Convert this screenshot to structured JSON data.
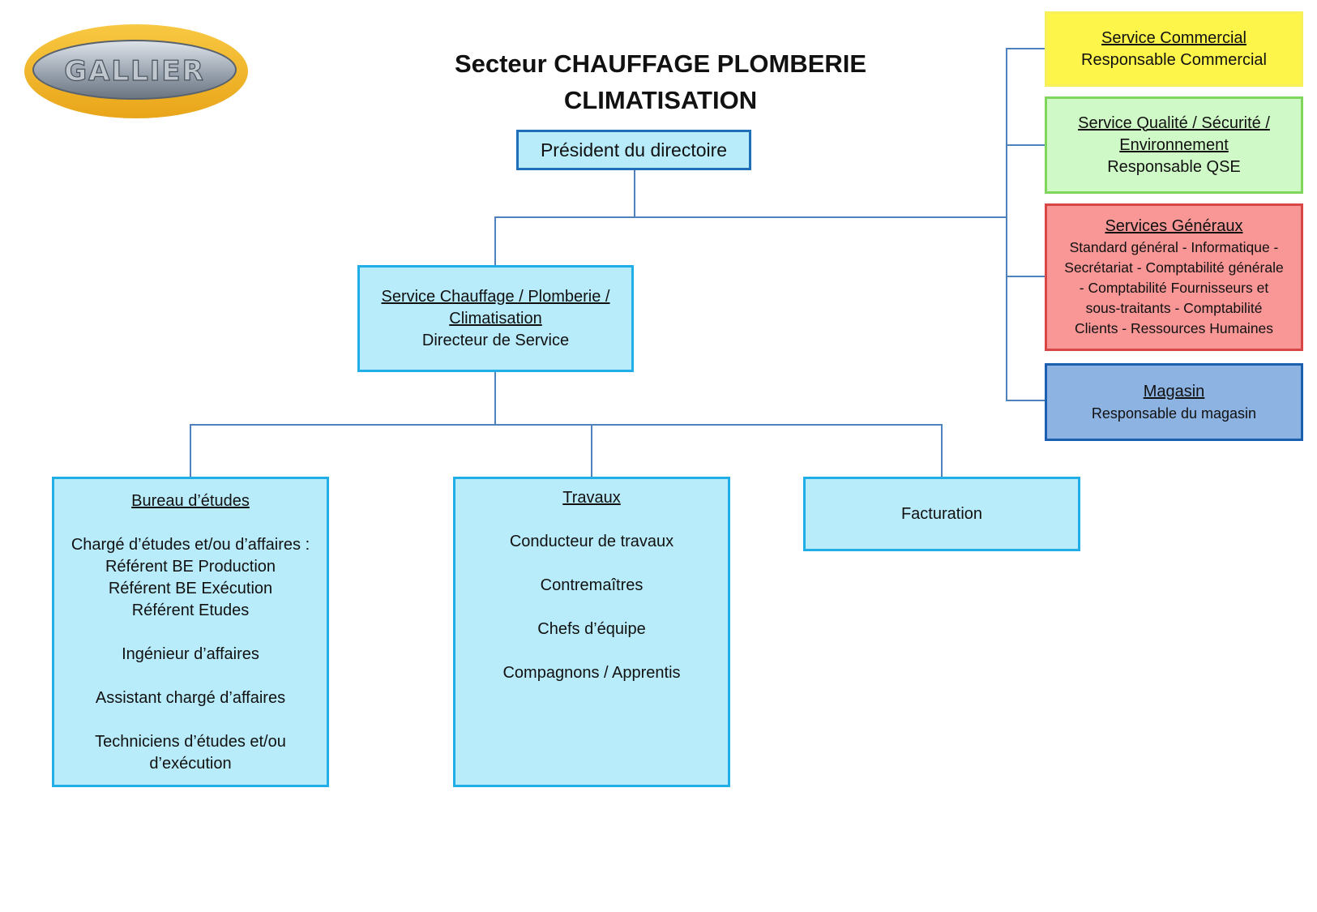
{
  "logo": {
    "text": "GALLIER"
  },
  "title": {
    "line1": "Secteur CHAUFFAGE PLOMBERIE",
    "line2": "CLIMATISATION"
  },
  "president": {
    "label": "Président du directoire"
  },
  "service_main": {
    "name_line1": "Service Chauffage / Plomberie /",
    "name_line2": "Climatisation",
    "role": "Directeur de Service"
  },
  "side_services": {
    "commercial": {
      "name": "Service Commercial",
      "role": "Responsable Commercial"
    },
    "qse": {
      "name_line1": "Service Qualité / Sécurité /",
      "name_line2": "Environnement",
      "role": "Responsable QSE"
    },
    "generaux": {
      "name": "Services Généraux",
      "lines": [
        "Standard général - Informatique -",
        "Secrétariat  - Comptabilité générale",
        "- Comptabilité Fournisseurs et",
        "sous-traitants  - Comptabilité",
        "Clients - Ressources Humaines"
      ]
    },
    "magasin": {
      "name": "Magasin",
      "role": "Responsable du magasin"
    }
  },
  "bureau": {
    "name": "Bureau d’études",
    "lines": [
      "Chargé d’études et/ou d’affaires :",
      "Référent BE Production",
      "Référent BE Exécution",
      "Référent Etudes",
      "",
      "Ingénieur d’affaires",
      "",
      "Assistant chargé d’affaires",
      "",
      "Techniciens d’études et/ou",
      "d’exécution"
    ]
  },
  "travaux": {
    "name": "Travaux",
    "lines": [
      "Conducteur de travaux",
      "",
      "Contremaîtres",
      "",
      "Chefs d’équipe",
      "",
      "Compagnons / Apprentis"
    ]
  },
  "facturation": {
    "name": "Facturation"
  },
  "colors": {
    "connector": "#4f81bd",
    "light_blue_fill": "#b9ecfb",
    "light_blue_border": "#21aee6",
    "yellow": "#fdf54a",
    "green": "#cff9c6",
    "red": "#f99797",
    "steel_blue": "#8db3e2"
  }
}
